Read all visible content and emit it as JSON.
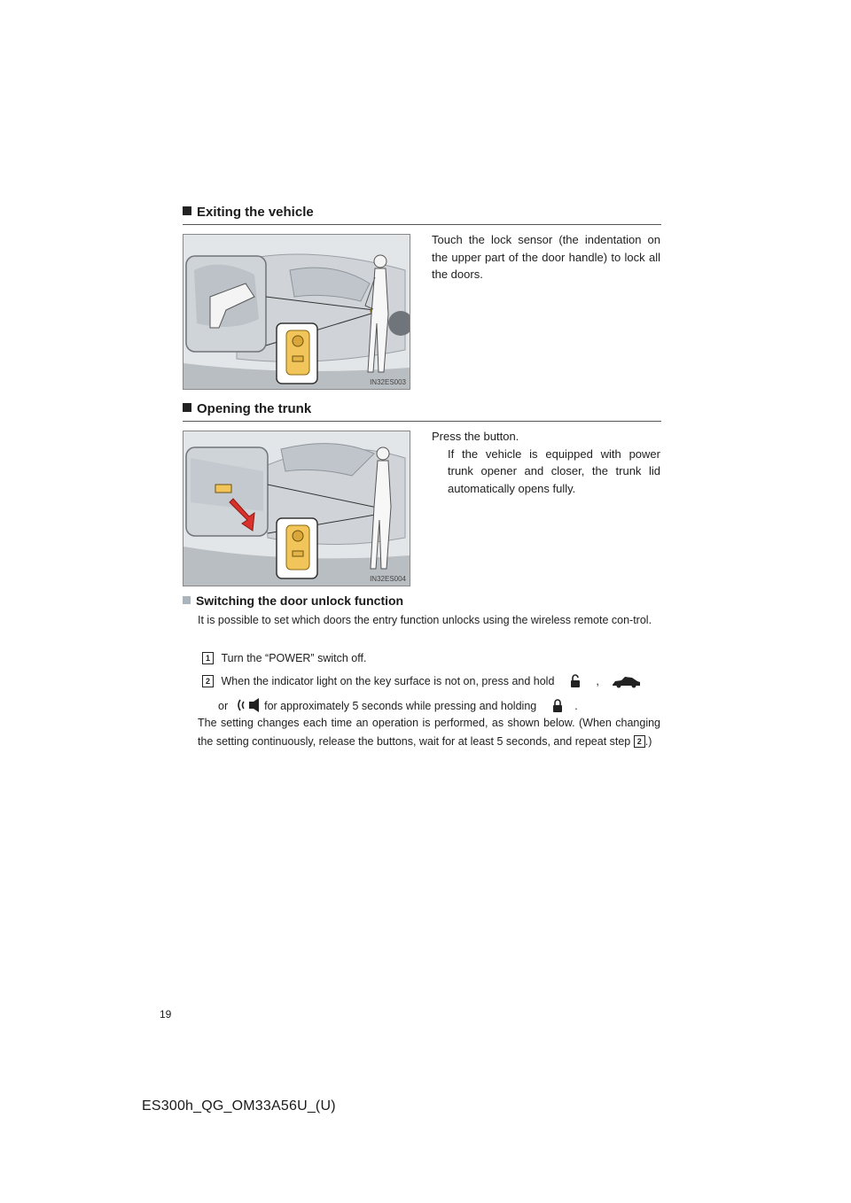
{
  "sections": [
    {
      "title": "Exiting the vehicle",
      "text": "Touch the lock sensor (the indentation on the upper part of the door handle) to lock all the doors.",
      "figure_code": "IN32ES003"
    },
    {
      "title": "Opening the trunk",
      "text": "Press the button.",
      "note": "If the vehicle is equipped with power trunk opener and closer, the trunk lid automatically opens fully.",
      "figure_code": "IN32ES004"
    }
  ],
  "switching": {
    "title": "Switching the door unlock function",
    "intro": "It is possible to set which doors the entry function unlocks using the wireless remote con-trol.",
    "step1_num": "1",
    "step1_text": "Turn the “POWER” switch off.",
    "step2_num": "2",
    "step2_part1": "When the indicator light on the key surface is not on, press and hold",
    "step2_part2": "or",
    "step2_part3": "for approximately 5 seconds while pressing and holding",
    "outro_part1": "The setting changes each time an operation is performed, as shown below. (When changing the setting continuously, release the buttons, wait for at least 5 seconds, and repeat step",
    "outro_ref": "2",
    "outro_part2": ".)"
  },
  "footer": {
    "page_number": "19",
    "doc_code": "ES300h_QG_OM33A56U_(U)"
  }
}
